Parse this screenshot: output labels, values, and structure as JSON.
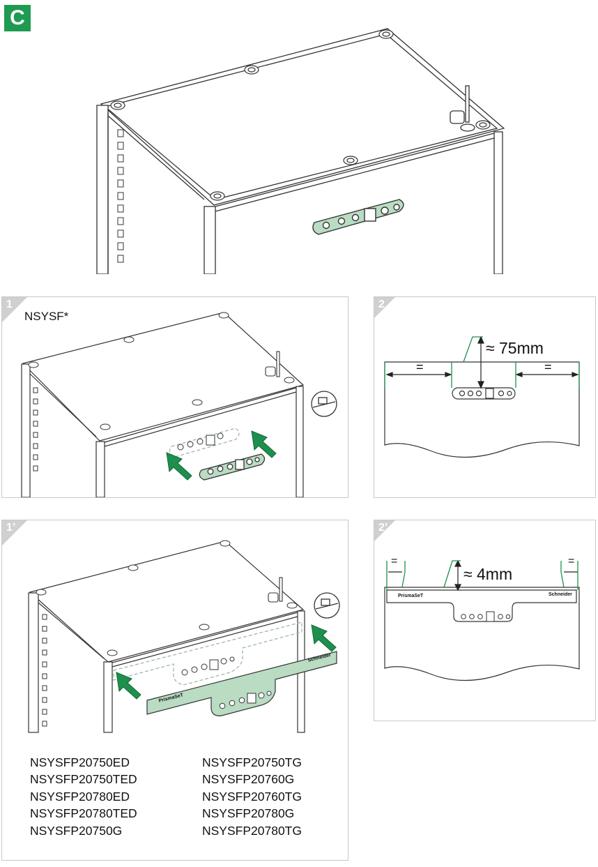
{
  "panel_c": {
    "badge": "C"
  },
  "step1": {
    "number": "1",
    "model": "NSYSF*"
  },
  "step2": {
    "number": "2",
    "dimension": "≈ 75mm",
    "equal_left": "=",
    "equal_right": "="
  },
  "step1b": {
    "number": "1’",
    "brand_left": "PrismaSeT",
    "brand_right": "Schneider",
    "codes_left": [
      "NSYSFP20750ED",
      "NSYSFP20750TED",
      "NSYSFP20780ED",
      "NSYSFP20780TED",
      "NSYSFP20750G"
    ],
    "codes_right": [
      "NSYSFP20750TG",
      "NSYSFP20760G",
      "NSYSFP20760TG",
      "NSYSFP20780G",
      "NSYSFP20780TG"
    ]
  },
  "step2b": {
    "number": "2’",
    "dimension": "≈ 4mm",
    "equal_left": "=",
    "equal_right": "=",
    "brand_left": "PrismaSeT",
    "brand_right": "Schneider"
  },
  "colors": {
    "accent_green": "#1f9a52",
    "panel_fill": "#b9dcc3",
    "arrow_green": "#1e8f4e",
    "frame_gray": "#c8c8c8"
  }
}
